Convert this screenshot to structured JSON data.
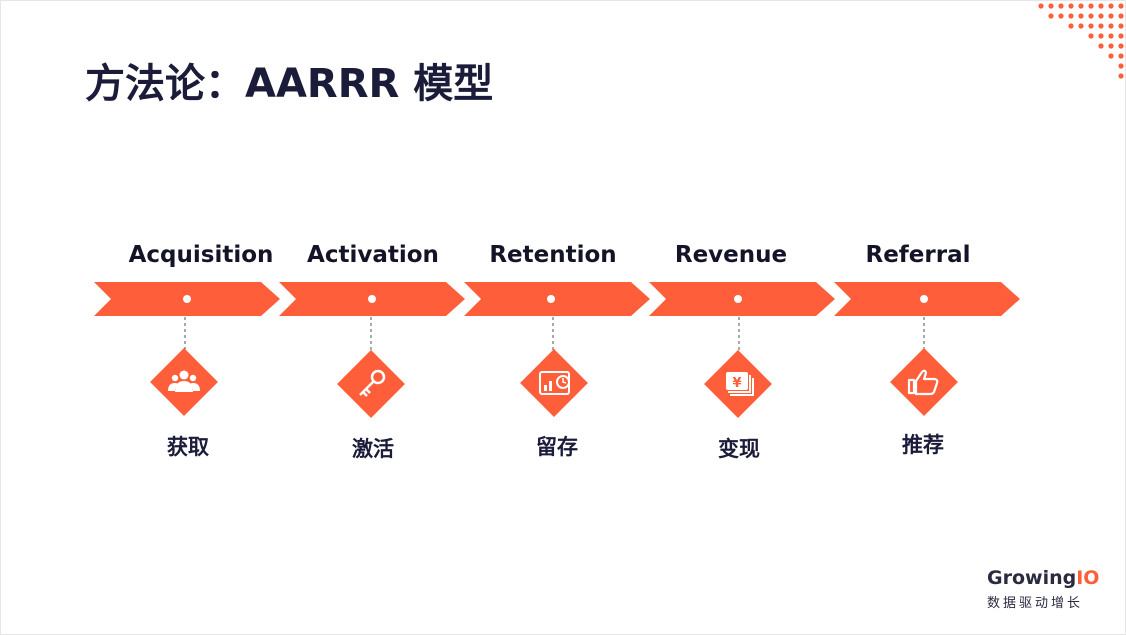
{
  "title": "方法论：AARRR 模型",
  "colors": {
    "accent": "#ff5e3a",
    "text": "#1b1b3a"
  },
  "stages": [
    {
      "en": "Acquisition",
      "cn": "获取",
      "icon": "users-icon"
    },
    {
      "en": "Activation",
      "cn": "激活",
      "icon": "key-icon"
    },
    {
      "en": "Retention",
      "cn": "留存",
      "icon": "chart-clock-icon"
    },
    {
      "en": "Revenue",
      "cn": "变现",
      "icon": "yen-cash-icon"
    },
    {
      "en": "Referral",
      "cn": "推荐",
      "icon": "thumbs-up-icon"
    }
  ],
  "logo": {
    "brand": "Growing",
    "brand_accent": "IO",
    "tagline": "数据驱动增长"
  }
}
